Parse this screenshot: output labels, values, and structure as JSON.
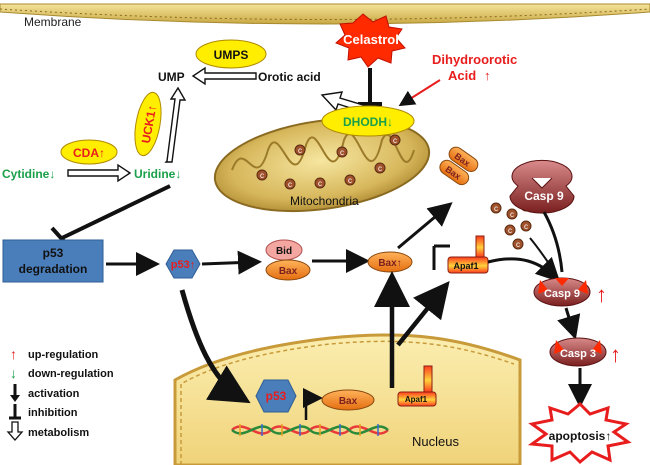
{
  "membrane": {
    "label": "Membrane"
  },
  "drug": {
    "label": "Celastrol"
  },
  "dhodh_substrate": {
    "label_line1": "Dihydroorotic",
    "label_line2": "Acid",
    "arrow": "↑"
  },
  "metabolism": {
    "umps": "UMPS",
    "ump": "UMP",
    "orotic_acid": "Orotic acid",
    "uck1": "UCK1↑",
    "cda": "CDA↑",
    "cytidine": "Cytidine↓",
    "uridine": "Uridine↓",
    "dhodh": "DHODH↓"
  },
  "mitochondria": {
    "label": "Mitochondria",
    "cyto_c": "c"
  },
  "proteins": {
    "p53_degradation_line1": "p53",
    "p53_degradation_line2": "degradation",
    "p53_up": "p53↑",
    "bid": "Bid",
    "bax": "Bax",
    "bax_up": "Bax↑",
    "apaf1": "Apaf1",
    "casp9": "Casp 9",
    "casp9_active": "Casp 9",
    "casp3": "Casp 3",
    "apoptosis": "apoptosis↑",
    "up_arrow": "↑"
  },
  "nucleus": {
    "label": "Nucleus",
    "p53": "p53",
    "bax": "Bax",
    "apaf1": "Apaf1"
  },
  "legend": {
    "items": [
      {
        "symbol": "↑",
        "label": "up-regulation",
        "color": "#e81d1d"
      },
      {
        "symbol": "↓",
        "label": "down-regulation",
        "color": "#1aa04a"
      },
      {
        "symbol": "activation-arrow",
        "label": "activation"
      },
      {
        "symbol": "inhibition-bar",
        "label": "inhibition"
      },
      {
        "symbol": "metabolism-arrow",
        "label": "metabolism"
      }
    ]
  },
  "colors": {
    "red": "#e81d1d",
    "green": "#1aa04a",
    "yellow": "#ffee00",
    "orange": "#f08a1e",
    "blue": "#4a7ebb",
    "maroon": "#8b2a2a"
  }
}
